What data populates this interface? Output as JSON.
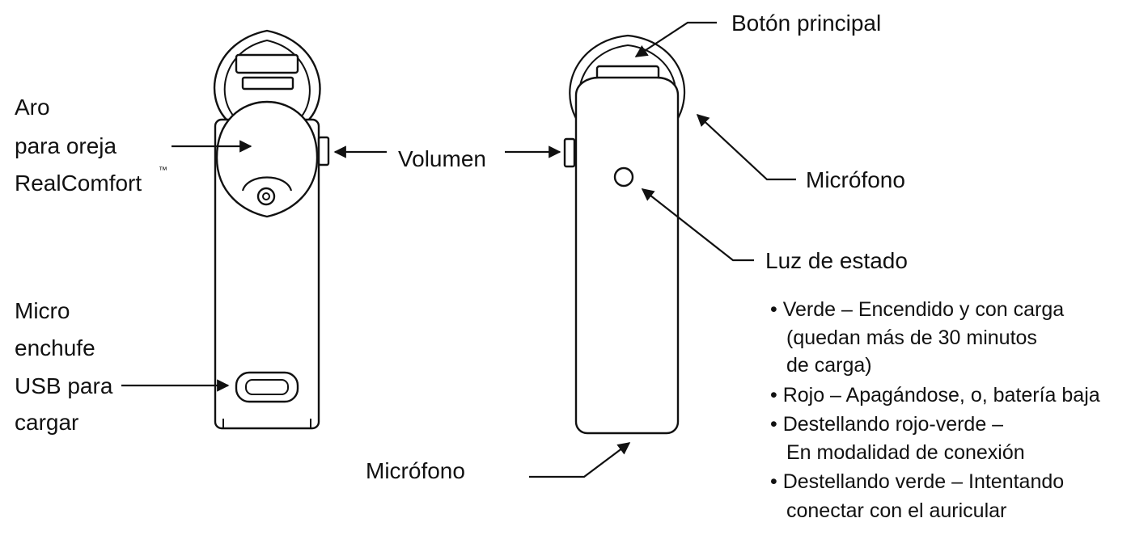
{
  "labels": {
    "ear_loop": [
      "Aro",
      "para oreja",
      "RealComfort"
    ],
    "trademark": "™",
    "usb": [
      "Micro",
      "enchufe",
      "USB para",
      "cargar"
    ],
    "volume": "Volumen",
    "main_button": "Botón principal",
    "mic_top": "Micrófono",
    "mic_bottom": "Micrófono",
    "status_light": "Luz de estado"
  },
  "status_list": [
    [
      "• Verde – Encendido y con carga",
      "(quedan más de 30 minutos",
      "de carga)"
    ],
    [
      "• Rojo – Apagándose, o, batería baja"
    ],
    [
      "• Destellando rojo-verde –",
      "En modalidad de conexión"
    ],
    [
      "• Destellando verde – Intentando",
      "conectar con el auricular"
    ]
  ]
}
